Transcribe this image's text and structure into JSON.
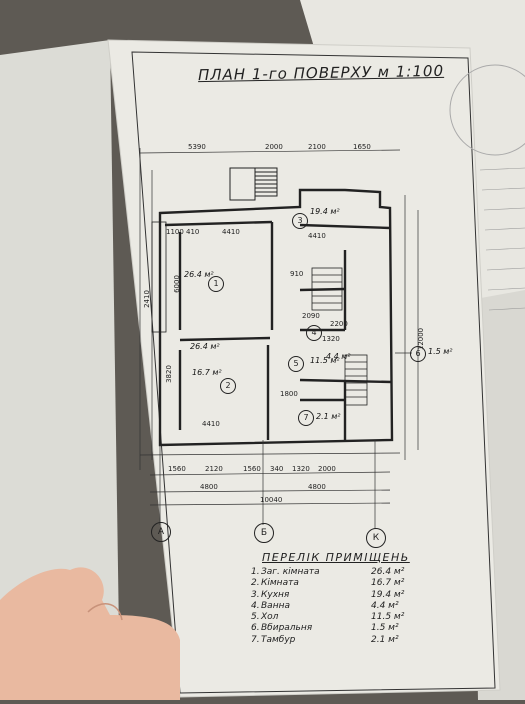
{
  "plan": {
    "title": "ПЛАН 1-го ПОВЕРХУ м 1:100",
    "dimensions": {
      "top_total": "5390",
      "top_a": "2000",
      "top_b": "2100",
      "top_c": "1650",
      "left_1100": "1100",
      "left_410": "410",
      "w_4410_a": "4410",
      "w_4410_b": "4410",
      "w_4410_c": "4410",
      "v_6000": "6000",
      "v_2410": "2410",
      "v_12000": "12000",
      "bottom_1560_a": "1560",
      "bottom_2120": "2120",
      "bottom_1560_b": "1560",
      "bottom_340": "340",
      "bottom_1320": "1320",
      "bottom_2000": "2000",
      "half_4800_a": "4800",
      "half_4800_b": "4800",
      "overall": "10040",
      "d_2090": "2090",
      "d_1320": "1320",
      "d_2200": "2200",
      "d_910": "910",
      "d_3820": "3820",
      "d_1800": "1800"
    },
    "rooms": [
      {
        "num": "1",
        "area": "26.4 м²"
      },
      {
        "num": "2",
        "area": "16.7 м²"
      },
      {
        "num": "3",
        "area": "19.4 м²"
      },
      {
        "num": "4",
        "area": "4.4 м²"
      },
      {
        "num": "5",
        "area": "11.5 м²"
      },
      {
        "num": "6",
        "area": "1.5 м²"
      },
      {
        "num": "7",
        "area": "2.1 м²"
      }
    ],
    "axes": [
      "A",
      "Б",
      "К"
    ]
  },
  "legend": {
    "heading": "ПЕРЕЛІК ПРИМІЩЕНЬ",
    "items": [
      {
        "n": "1.",
        "name": "Заг. кімната",
        "area": "26.4 м²"
      },
      {
        "n": "2.",
        "name": "Кімната",
        "area": "16.7 м²"
      },
      {
        "n": "3.",
        "name": "Кухня",
        "area": "19.4 м²"
      },
      {
        "n": "4.",
        "name": "Ванна",
        "area": "4.4 м²"
      },
      {
        "n": "5.",
        "name": "Хол",
        "area": "11.5 м²"
      },
      {
        "n": "6.",
        "name": "Вбиральня",
        "area": "1.5 м²"
      },
      {
        "n": "7.",
        "name": "Тамбур",
        "area": "2.1 м²"
      }
    ]
  },
  "colors": {
    "paper": "#ebeae4",
    "ink": "#222222",
    "table": "#5e5a54",
    "skin": "#e9b9a0"
  }
}
